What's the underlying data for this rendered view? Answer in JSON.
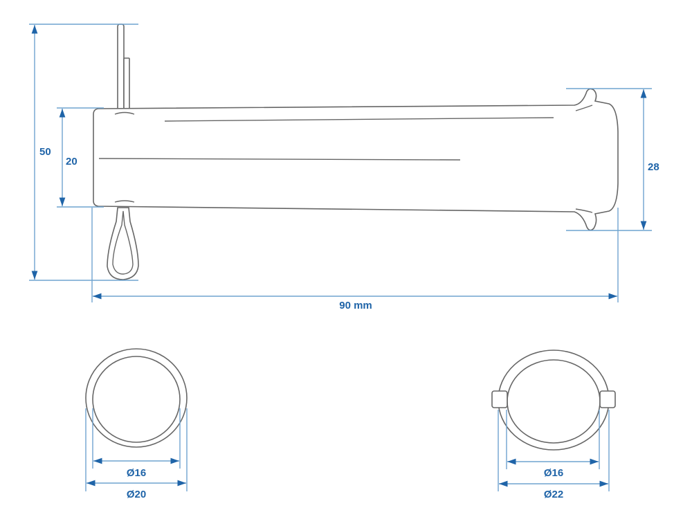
{
  "dimensions": {
    "overall_height": "50",
    "pin_diameter_side": "20",
    "head_height": "28",
    "length": "90 mm",
    "left_inner_diameter": "Ø16",
    "left_outer_diameter": "Ø20",
    "right_inner_diameter": "Ø16",
    "right_outer_diameter": "Ø22"
  },
  "colors": {
    "dimension": "#1f64a8",
    "dimension_line": "#6fa3cf",
    "outline": "#666666"
  }
}
